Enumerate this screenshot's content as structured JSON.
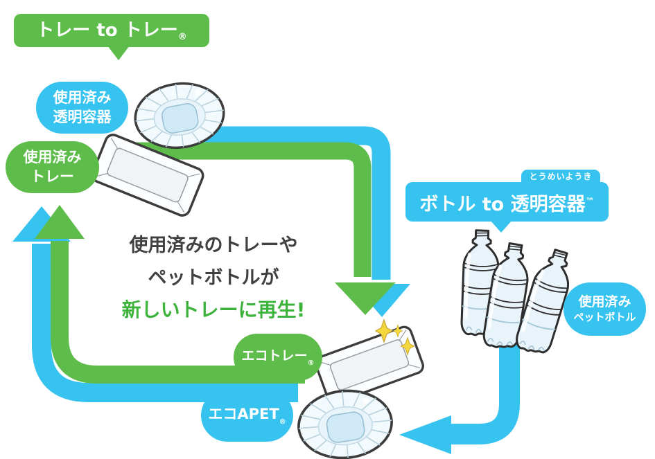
{
  "colors": {
    "green": "#5ebc4b",
    "cyan": "#36c3ef",
    "message_highlight_green": "#3db33c",
    "message_dark": "#404040",
    "sparkle_yellow": "#f5d73e"
  },
  "banners": {
    "tray_to_tray": {
      "label": "トレー to トレー",
      "mark": "®"
    },
    "bottle_to_clear_container": {
      "furigana": "とうめいようき",
      "label": "ボトル to 透明容器",
      "mark": "™"
    }
  },
  "labels": {
    "used_clear_container": {
      "line1": "使用済み",
      "line2": "透明容器"
    },
    "used_tray": {
      "line1": "使用済み",
      "line2": "トレー"
    },
    "used_pet_bottle": {
      "line1": "使用済み",
      "line2": "ペットボトル"
    },
    "eco_tray": {
      "label": "エコトレー",
      "mark": "®"
    },
    "eco_apet": {
      "label": "エコAPET",
      "mark": "®"
    }
  },
  "message": {
    "line1": "使用済みのトレーや",
    "line2": "ペットボトルが",
    "line3": "新しいトレーに再生!"
  }
}
